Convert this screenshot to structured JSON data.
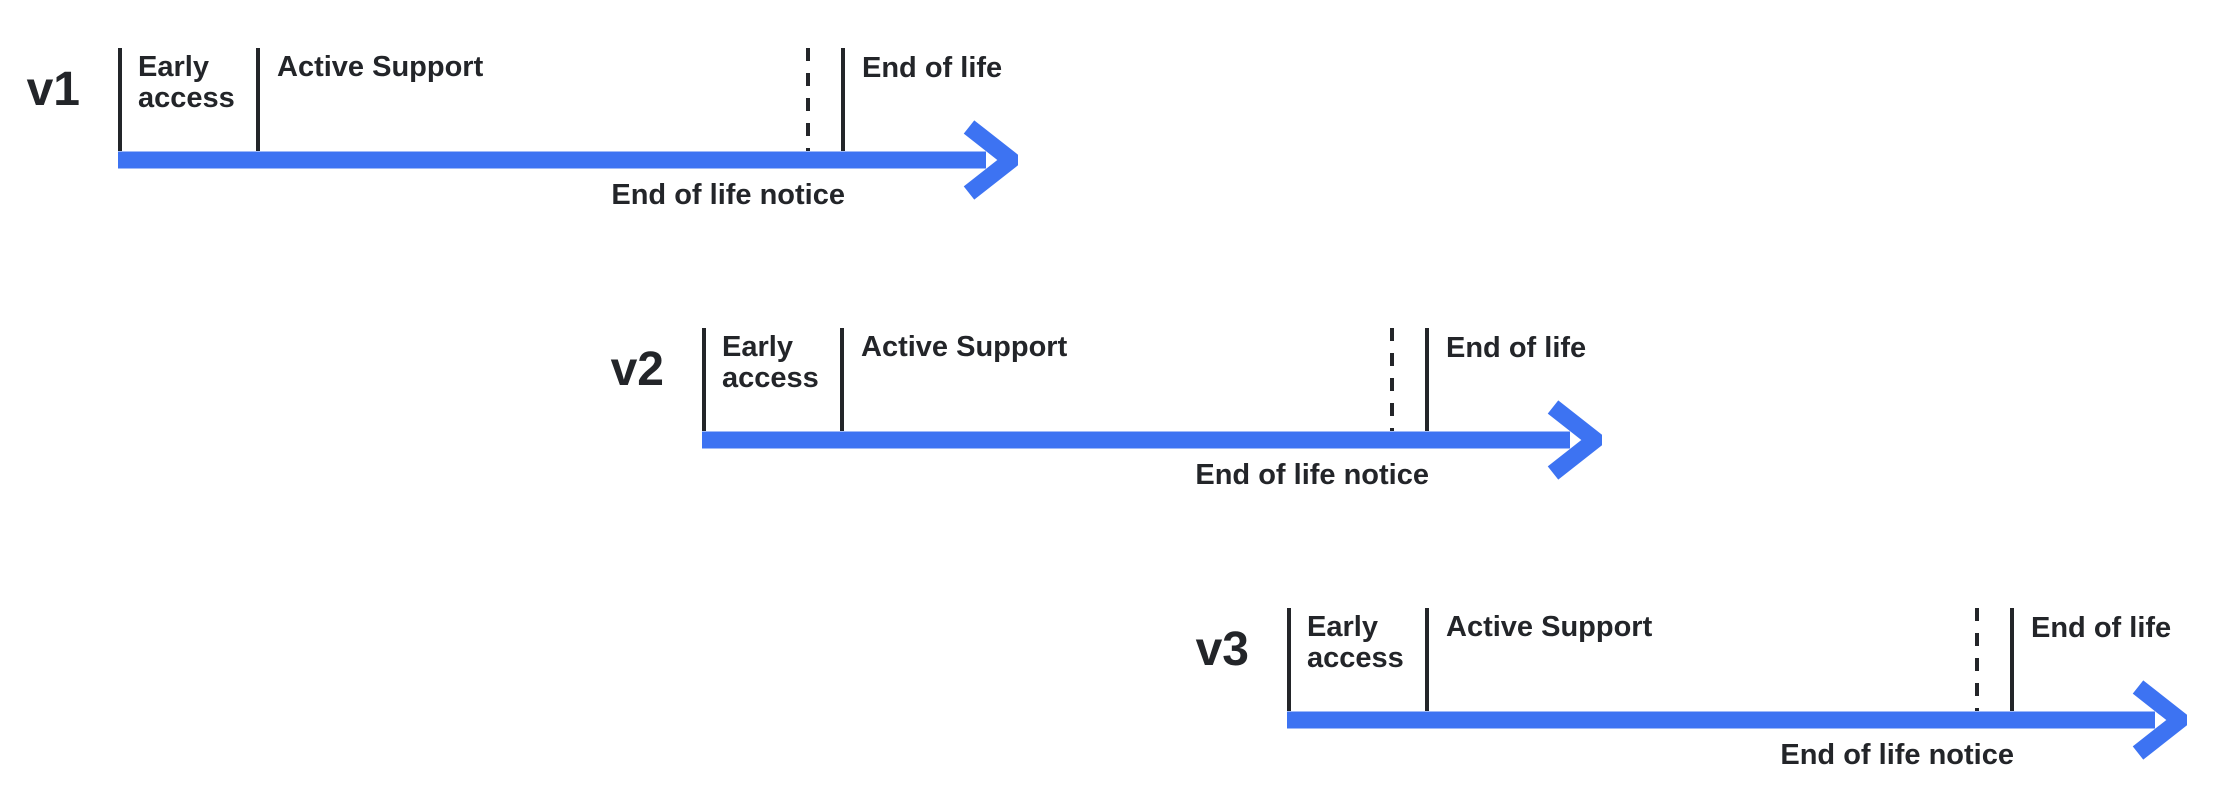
{
  "diagram": {
    "title_semantic": "version-support-lifecycle-timelines",
    "colors": {
      "ink": "#232529",
      "accent_blue": "#3d73f2",
      "background": "#ffffff"
    },
    "timelines": [
      {
        "version": "v1",
        "early_access": "Early access",
        "active_support": "Active Support",
        "end_of_life": "End of life",
        "end_of_life_notice": "End of life notice"
      },
      {
        "version": "v2",
        "early_access": "Early access",
        "active_support": "Active Support",
        "end_of_life": "End of life",
        "end_of_life_notice": "End of life notice"
      },
      {
        "version": "v3",
        "early_access": "Early access",
        "active_support": "Active Support",
        "end_of_life": "End of life",
        "end_of_life_notice": "End of life notice"
      }
    ]
  }
}
